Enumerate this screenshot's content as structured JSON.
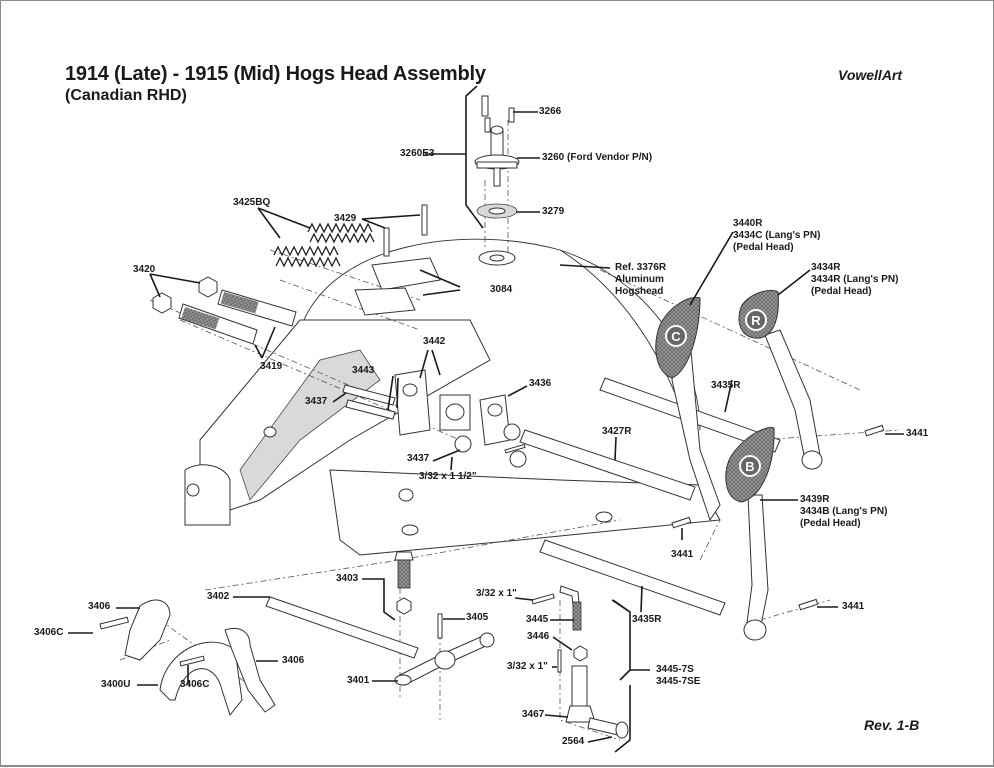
{
  "header": {
    "title": "1914 (Late) - 1915 (Mid) Hogs Head Assembly",
    "subtitle": "(Canadian RHD)",
    "brand": "VowellArt"
  },
  "footer": {
    "revision": "Rev. 1-B"
  },
  "callouts": {
    "p3266": "3266",
    "p3260E3": "3260E3",
    "p3260": "3260 (Ford Vendor P/N)",
    "p3279": "3279",
    "p3425BQ": "3425BQ",
    "p3429": "3429",
    "p3420": "3420",
    "p3084": "3084",
    "p3376R_1": "Ref. 3376R",
    "p3376R_2": "Aluminum",
    "p3376R_3": "Hogshead",
    "p3440R_1": "3440R",
    "p3440R_2": "3434C (Lang's PN)",
    "p3440R_3": "(Pedal Head)",
    "p3434R_1": "3434R",
    "p3434R_2": "3434R (Lang's PN)",
    "p3434R_3": "(Pedal Head)",
    "p3419": "3419",
    "p3442": "3442",
    "p3443": "3443",
    "p3437a": "3437",
    "p3436": "3436",
    "p3435R_top": "3435R",
    "p3441_top": "3441",
    "p3427R": "3427R",
    "p3437b": "3437",
    "p_pin_1_5": "3/32 x 1 1/2\"",
    "p3439R_1": "3439R",
    "p3439R_2": "3434B (Lang's PN)",
    "p3439R_3": "(Pedal Head)",
    "p3441_mid": "3441",
    "p3403": "3403",
    "p3402": "3402",
    "p_pin_1a": "3/32 x 1\"",
    "p3406_top": "3406",
    "p3405": "3405",
    "p3445": "3445",
    "p3435R_bot": "3435R",
    "p3441_bot": "3441",
    "p3406C_left": "3406C",
    "p3446": "3446",
    "p3406_right": "3406",
    "p_pin_1b": "3/32 x 1\"",
    "p3445_7S": "3445-7S",
    "p3445_7SE": "3445-7SE",
    "p3400U": "3400U",
    "p3406C_mid": "3406C",
    "p3401": "3401",
    "p3467": "3467",
    "p2564": "2564"
  },
  "pedal_marks": {
    "clutch": "C",
    "reverse": "R",
    "brake": "B"
  }
}
